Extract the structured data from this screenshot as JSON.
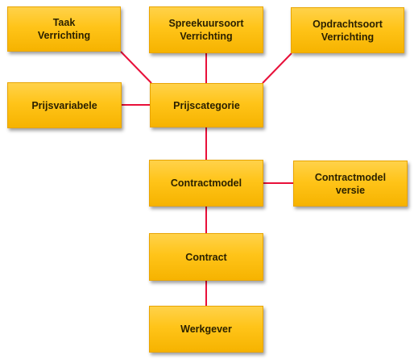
{
  "colors": {
    "box_fill": "#ffc419",
    "box_border": "#e9a400",
    "connector": "#e8103a"
  },
  "nodes": {
    "taak_verrichting": {
      "line1": "Taak",
      "line2": "Verrichting"
    },
    "spreekuursoort_verrichting": {
      "line1": "Spreekuursoort",
      "line2": "Verrichting"
    },
    "opdrachtsoort_verrichting": {
      "line1": "Opdrachtsoort",
      "line2": "Verrichting"
    },
    "prijsvariabele": {
      "label": "Prijsvariabele"
    },
    "prijscategorie": {
      "label": "Prijscategorie"
    },
    "contractmodel": {
      "label": "Contractmodel"
    },
    "contractmodel_versie": {
      "line1": "Contractmodel",
      "line2": "versie"
    },
    "contract": {
      "label": "Contract"
    },
    "werkgever": {
      "label": "Werkgever"
    }
  }
}
